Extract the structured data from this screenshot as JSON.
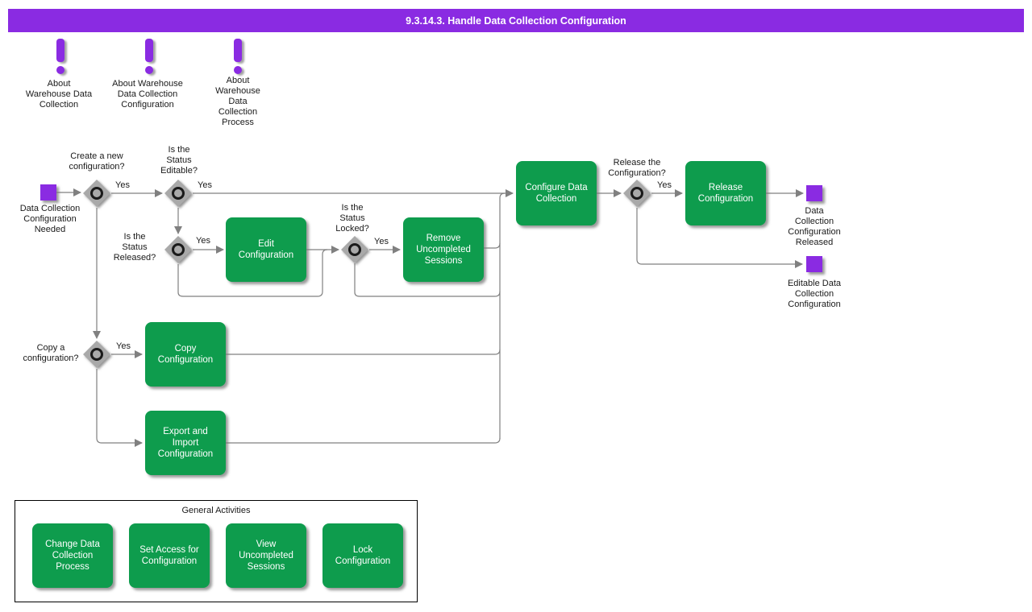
{
  "title": "9.3.14.3. Handle Data Collection Configuration",
  "colors": {
    "purple": "#8A2BE2",
    "green": "#0E9C4D",
    "line_gray": "#808080",
    "diamond_gray": "#A9A9A9"
  },
  "notes": [
    {
      "label": "About\nWarehouse Data\nCollection"
    },
    {
      "label": "About Warehouse\nData Collection\nConfiguration"
    },
    {
      "label": "About\nWarehouse\nData\nCollection\nProcess"
    }
  ],
  "events": {
    "start": {
      "label": "Data Collection\nConfiguration\nNeeded"
    },
    "released": {
      "label": "Data\nCollection\nConfiguration\nReleased"
    },
    "editable": {
      "label": "Editable Data\nCollection\nConfiguration"
    }
  },
  "decisions": {
    "create_new": {
      "label": "Create a new\nconfiguration?"
    },
    "status_editable": {
      "label": "Is the\nStatus\nEditable?"
    },
    "status_released": {
      "label": "Is the\nStatus\nReleased?"
    },
    "status_locked": {
      "label": "Is the\nStatus\nLocked?"
    },
    "release_config": {
      "label": "Release the\nConfiguration?"
    },
    "copy_config": {
      "label": "Copy a\nconfiguration?"
    }
  },
  "yes_labels": [
    "Yes",
    "Yes",
    "Yes",
    "Yes",
    "Yes",
    "Yes"
  ],
  "activities": {
    "edit": {
      "label": "Edit\nConfiguration"
    },
    "remove_sessions": {
      "label": "Remove\nUncompleted\nSessions"
    },
    "configure": {
      "label": "Configure Data\nCollection"
    },
    "release": {
      "label": "Release\nConfiguration"
    },
    "copy": {
      "label": "Copy\nConfiguration"
    },
    "export_import": {
      "label": "Export and\nImport\nConfiguration"
    }
  },
  "general": {
    "title": "General Activities",
    "activities": [
      {
        "label": "Change Data\nCollection\nProcess"
      },
      {
        "label": "Set Access for\nConfiguration"
      },
      {
        "label": "View\nUncompleted\nSessions"
      },
      {
        "label": "Lock\nConfiguration"
      }
    ]
  }
}
